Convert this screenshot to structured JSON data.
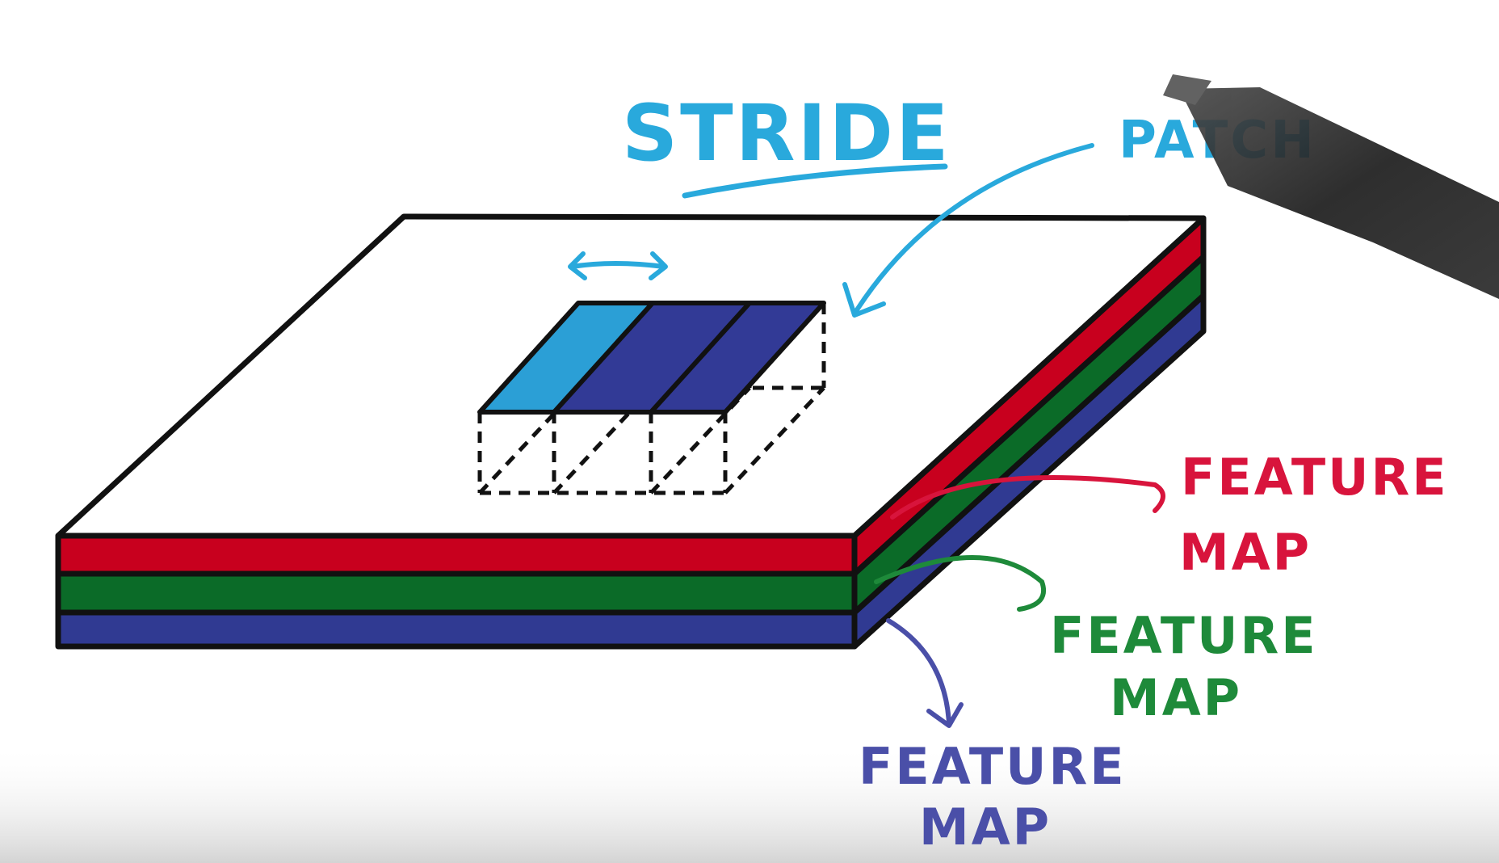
{
  "title": "STRIDE",
  "labels": {
    "patch": "PATCH",
    "feature_map_red_line1": "FEATURE",
    "feature_map_red_line2": "MAP",
    "feature_map_green_line1": "FEATURE",
    "feature_map_green_line2": "MAP",
    "feature_map_blue_line1": "FEATURE",
    "feature_map_blue_line2": "MAP"
  },
  "colors": {
    "stride_cyan": "#29a9dc",
    "patch_cyan": "#2b9fd6",
    "patch_navy": "#323a96",
    "layer_red": "#c8001e",
    "layer_green": "#0b6b28",
    "layer_blue": "#303a92",
    "label_red": "#d8143c",
    "label_green": "#1e8a3a",
    "label_blue": "#4a4fa8",
    "outline": "#111111"
  },
  "icons": {
    "stride_arrow": "double-arrow-icon",
    "pen": "pen-icon"
  }
}
